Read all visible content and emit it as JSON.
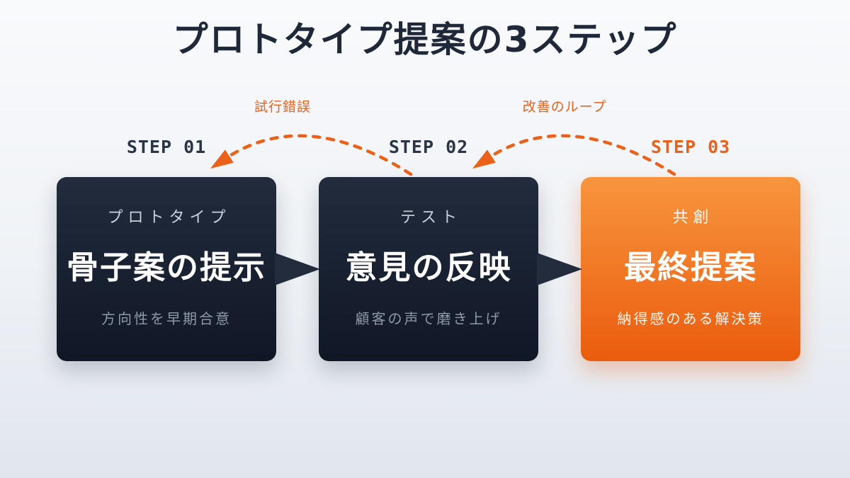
{
  "title": "プロトタイプ提案の3ステップ",
  "theme": {
    "accent": "#EC611A",
    "navy": "#1E2838",
    "step-navy": "#2A3548",
    "box-dark-top": "#222C3D",
    "box-dark-bottom": "#101726",
    "box-orange-top": "#F8953E",
    "box-orange-bottom": "#EA5C0E",
    "bg-top": "#F9FAFC",
    "bg-bottom": "#E1E6EE",
    "tag-dark": "#C9D0DB",
    "sub-dark": "#8E98A7"
  },
  "loops": [
    {
      "label": "試行錯誤"
    },
    {
      "label": "改善のループ"
    }
  ],
  "steps": [
    {
      "step_label": "STEP 01",
      "tag": "プロトタイプ",
      "heading": "骨子案の提示",
      "description": "方向性を早期合意",
      "variant": "dark"
    },
    {
      "step_label": "STEP 02",
      "tag": "テスト",
      "heading": "意見の反映",
      "description": "顧客の声で磨き上げ",
      "variant": "dark"
    },
    {
      "step_label": "STEP 03",
      "tag": "共創",
      "heading": "最終提案",
      "description": "納得感のある解決策",
      "variant": "orange"
    }
  ]
}
